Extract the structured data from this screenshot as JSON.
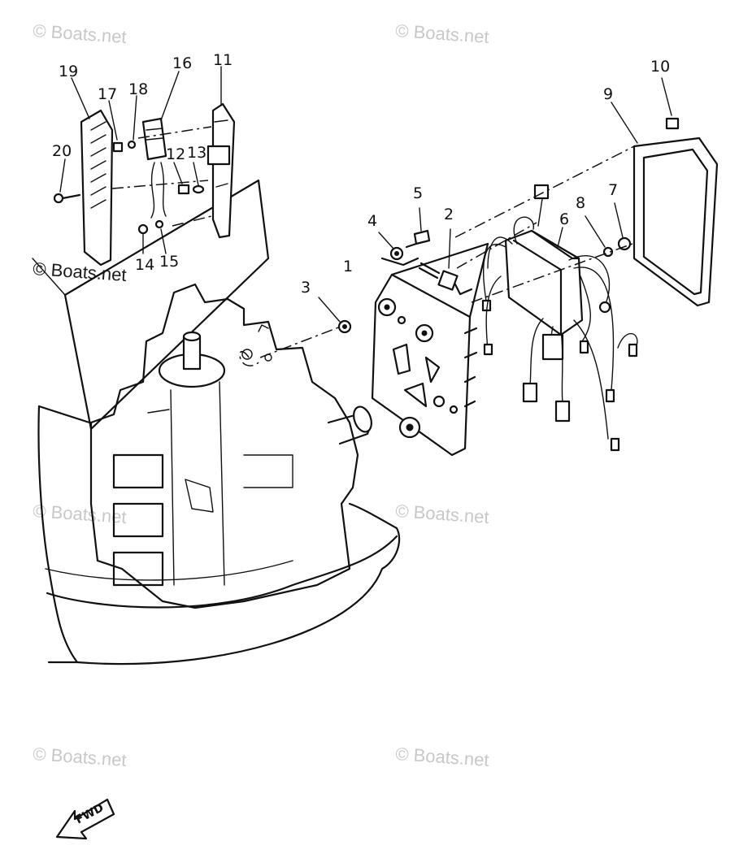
{
  "watermarks": [
    {
      "text": "© Boats.net",
      "tone": "light"
    },
    {
      "text": "© Boats.net",
      "tone": "light"
    },
    {
      "text": "© Boats.net",
      "tone": "dark"
    },
    {
      "text": "© Boats.net",
      "tone": "light"
    },
    {
      "text": "© Boats.net",
      "tone": "light"
    },
    {
      "text": "© Boats.net",
      "tone": "light"
    },
    {
      "text": "© Boats.net",
      "tone": "light"
    }
  ],
  "callouts": {
    "c1": "1",
    "c2": "2",
    "c3": "3",
    "c4": "4",
    "c5": "5",
    "c6": "6",
    "c7": "7",
    "c8": "8",
    "c9": "9",
    "c10": "10",
    "c11": "11",
    "c12": "12",
    "c13": "13",
    "c14": "14",
    "c15": "15",
    "c16": "16",
    "c17": "17",
    "c18": "18",
    "c19": "19",
    "c20": "20"
  },
  "direction_badge": "FWD",
  "colors": {
    "ink": "#111111",
    "watermark": "#c8c8c8"
  }
}
